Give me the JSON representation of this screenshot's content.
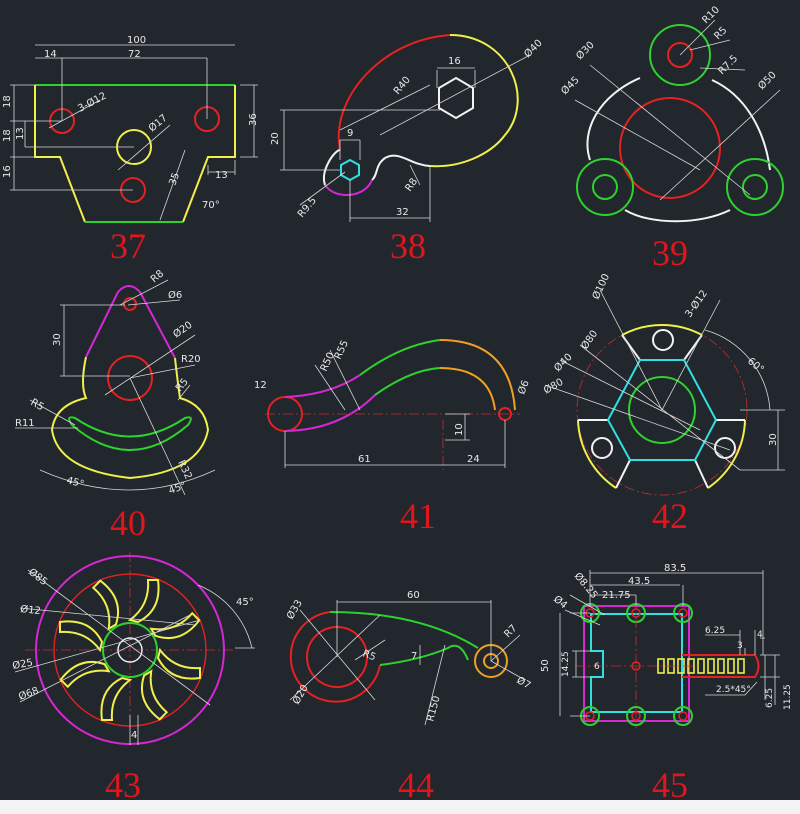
{
  "colors": {
    "background": "#22262d",
    "label": "#e0161c",
    "red": "#e42222",
    "yellow": "#f0f04a",
    "green": "#2ed22e",
    "magenta": "#d428d4",
    "cyan": "#2fe0e0",
    "white": "#f2f2f2",
    "orange": "#f0a020"
  },
  "panels": [
    {
      "label": "37",
      "dims": [
        "100",
        "14",
        "72",
        "18",
        "18",
        "13",
        "16",
        "3-Ø12",
        "Ø17",
        "36",
        "35",
        "13",
        "70°"
      ]
    },
    {
      "label": "38",
      "dims": [
        "16",
        "Ø40",
        "R40",
        "20",
        "9",
        "R9.5",
        "R8",
        "32"
      ]
    },
    {
      "label": "39",
      "dims": [
        "R10",
        "R5",
        "R7.5",
        "Ø30",
        "Ø45",
        "Ø50"
      ]
    },
    {
      "label": "40",
      "dims": [
        "R8",
        "Ø6",
        "30",
        "Ø20",
        "R20",
        "R5",
        "R5",
        "R11",
        "45°",
        "45°",
        "R32"
      ]
    },
    {
      "label": "41",
      "dims": [
        "12",
        "R55",
        "R50",
        "Ø6",
        "10",
        "61",
        "24"
      ]
    },
    {
      "label": "42",
      "dims": [
        "Ø100",
        "3-Ø12",
        "Ø80",
        "Ø40",
        "Ø80",
        "60°",
        "30"
      ]
    },
    {
      "label": "43",
      "dims": [
        "Ø85",
        "Ø12",
        "Ø25",
        "Ø68",
        "45°",
        "4"
      ]
    },
    {
      "label": "44",
      "dims": [
        "60",
        "Ø33",
        "R5",
        "7",
        "R7",
        "Ø7",
        "Ø20",
        "R150"
      ]
    },
    {
      "label": "45",
      "dims": [
        "83.5",
        "43.5",
        "21.75",
        "Ø8.25",
        "Ø4",
        "50",
        "14.25",
        "6",
        "6.25",
        "4",
        "3",
        "2.5*45°",
        "6.25",
        "11.25"
      ]
    }
  ]
}
